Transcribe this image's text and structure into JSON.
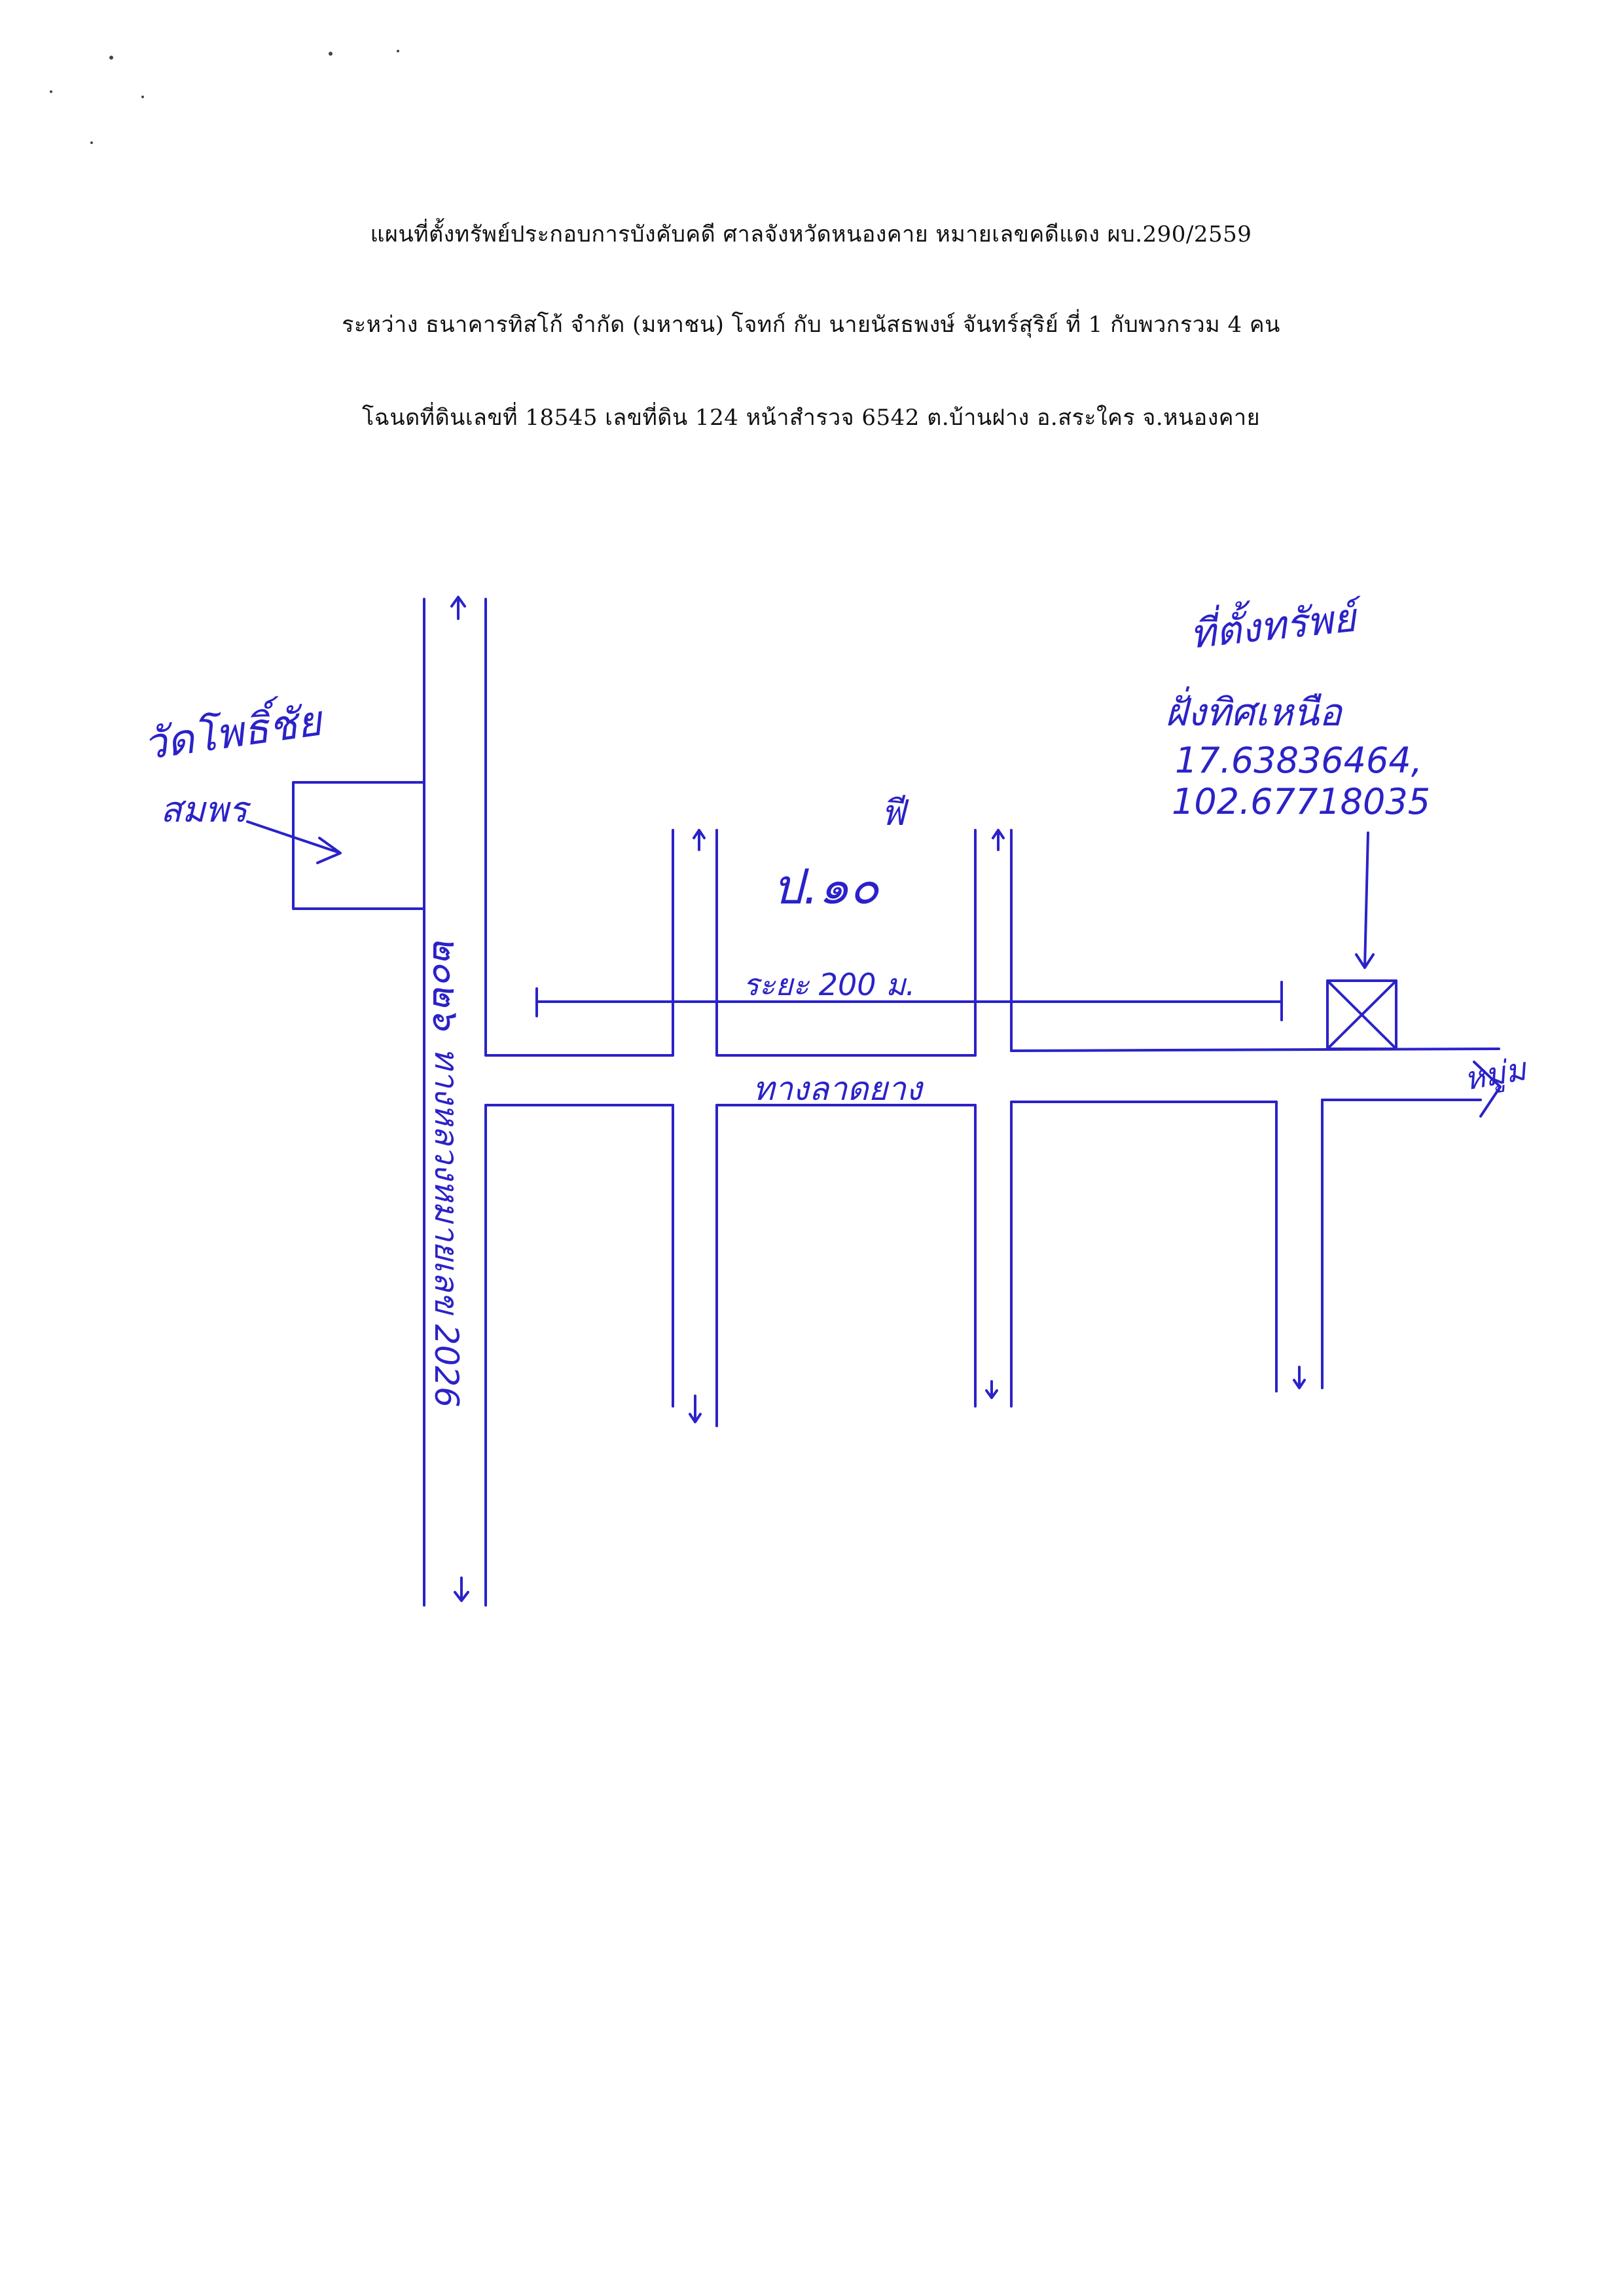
{
  "header": {
    "line1": "แผนที่ตั้งทรัพย์ประกอบการบังคับคดี ศาลจังหวัดหนองคาย หมายเลขคดีแดง ผบ.290/2559",
    "line2": "ระหว่าง ธนาคารทิสโก้ จำกัด (มหาชน) โจทก์ กับ นายนัสธพงษ์  จันทร์สุริย์ ที่ 1 กับพวกรวม 4 คน",
    "line3": "โฉนดที่ดินเลขที่ 18545 เลขที่ดิน 124  หน้าสำรวจ  6542   ต.บ้านฝาง   อ.สระใคร  จ.หนองคาย"
  },
  "map": {
    "ink_color": "#2b22c8",
    "landmark_label_1": "วัดโพธิ์ชัย",
    "landmark_label_2": "สมพร",
    "property_label": "ที่ตั้งทรัพย์",
    "property_sublabel": "ฝั่งทิศเหนือ",
    "coord_lat": "17.63836464,",
    "coord_lon": "102.67718035",
    "road_distance_label": "ระยะ 200 ม.",
    "zone_label": "ป.๑๐",
    "zone_mark": "ฟี",
    "main_road_label": "ทางหลวงหมายเลข 2026",
    "main_road_number": "๒๐๒๖",
    "side_road_label": "ทางลาดยาง",
    "direction_label": "หมู่ม"
  }
}
